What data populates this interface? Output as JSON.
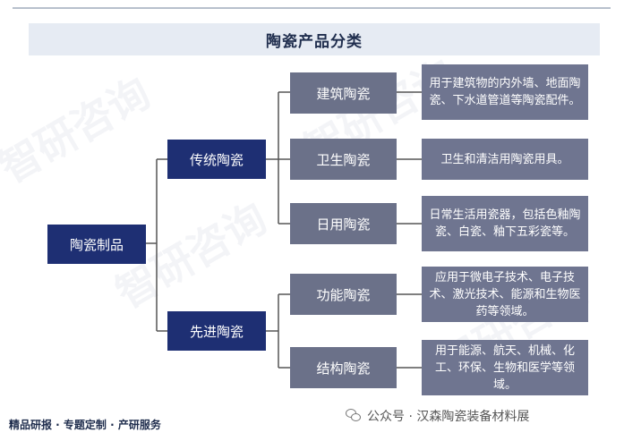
{
  "title": "陶瓷产品分类",
  "root": "陶瓷制品",
  "groups": [
    {
      "label": "传统陶瓷",
      "children": [
        {
          "label": "建筑陶瓷",
          "desc": "用于建筑物的内外墙、地面陶瓷、下水道管道等陶瓷配件。"
        },
        {
          "label": "卫生陶瓷",
          "desc": "卫生和清洁用陶瓷用具。"
        },
        {
          "label": "日用陶瓷",
          "desc": "日常生活用瓷器，包括色釉陶瓷、白瓷、釉下五彩瓷等。"
        }
      ]
    },
    {
      "label": "先进陶瓷",
      "children": [
        {
          "label": "功能陶瓷",
          "desc": "应用于微电子技术、电子技术、激光技术、能源和生物医药等领域。"
        },
        {
          "label": "结构陶瓷",
          "desc": "用于能源、航天、机械、化工、环保、生物和医学等领域。"
        }
      ]
    }
  ],
  "footer": "精品研报 · 专题定制 · 产研服务",
  "credit": "公众号 · 汉森陶瓷装备材料展",
  "watermark": "智研咨询",
  "colors": {
    "navy": "#1e2f73",
    "gray": "#6b7189",
    "line": "#555555",
    "title_bg": "#e6ebf3"
  }
}
